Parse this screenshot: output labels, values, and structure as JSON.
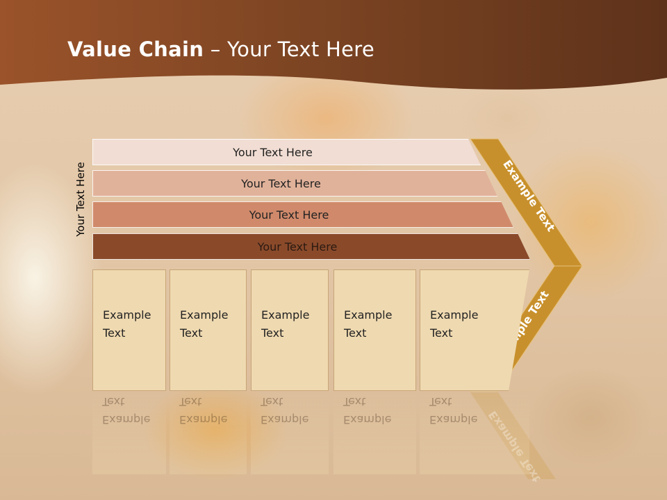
{
  "title": {
    "bold": "Value Chain",
    "rest": " – Your Text Here"
  },
  "side_label": "Your Text Here",
  "bands": [
    {
      "label": "Your Text Here",
      "color": "#f1ddd3"
    },
    {
      "label": "Your Text Here",
      "color": "#e1b29a"
    },
    {
      "label": "Your Text Here",
      "color": "#d08a6b"
    },
    {
      "label": "Your Text Here",
      "color": "#8a4a2a"
    }
  ],
  "boxes": [
    {
      "line1": "Example",
      "line2": "Text"
    },
    {
      "line1": "Example",
      "line2": "Text"
    },
    {
      "line1": "Example",
      "line2": "Text"
    },
    {
      "line1": "Example",
      "line2": "Text"
    },
    {
      "line1": "Example",
      "line2": "Text"
    }
  ],
  "arrow": {
    "upper_label": "Example Text",
    "lower_label": "Example Text",
    "color": "#c8902c"
  },
  "colors": {
    "header": "#6e3d20",
    "box_fill": "#efd9b0"
  }
}
